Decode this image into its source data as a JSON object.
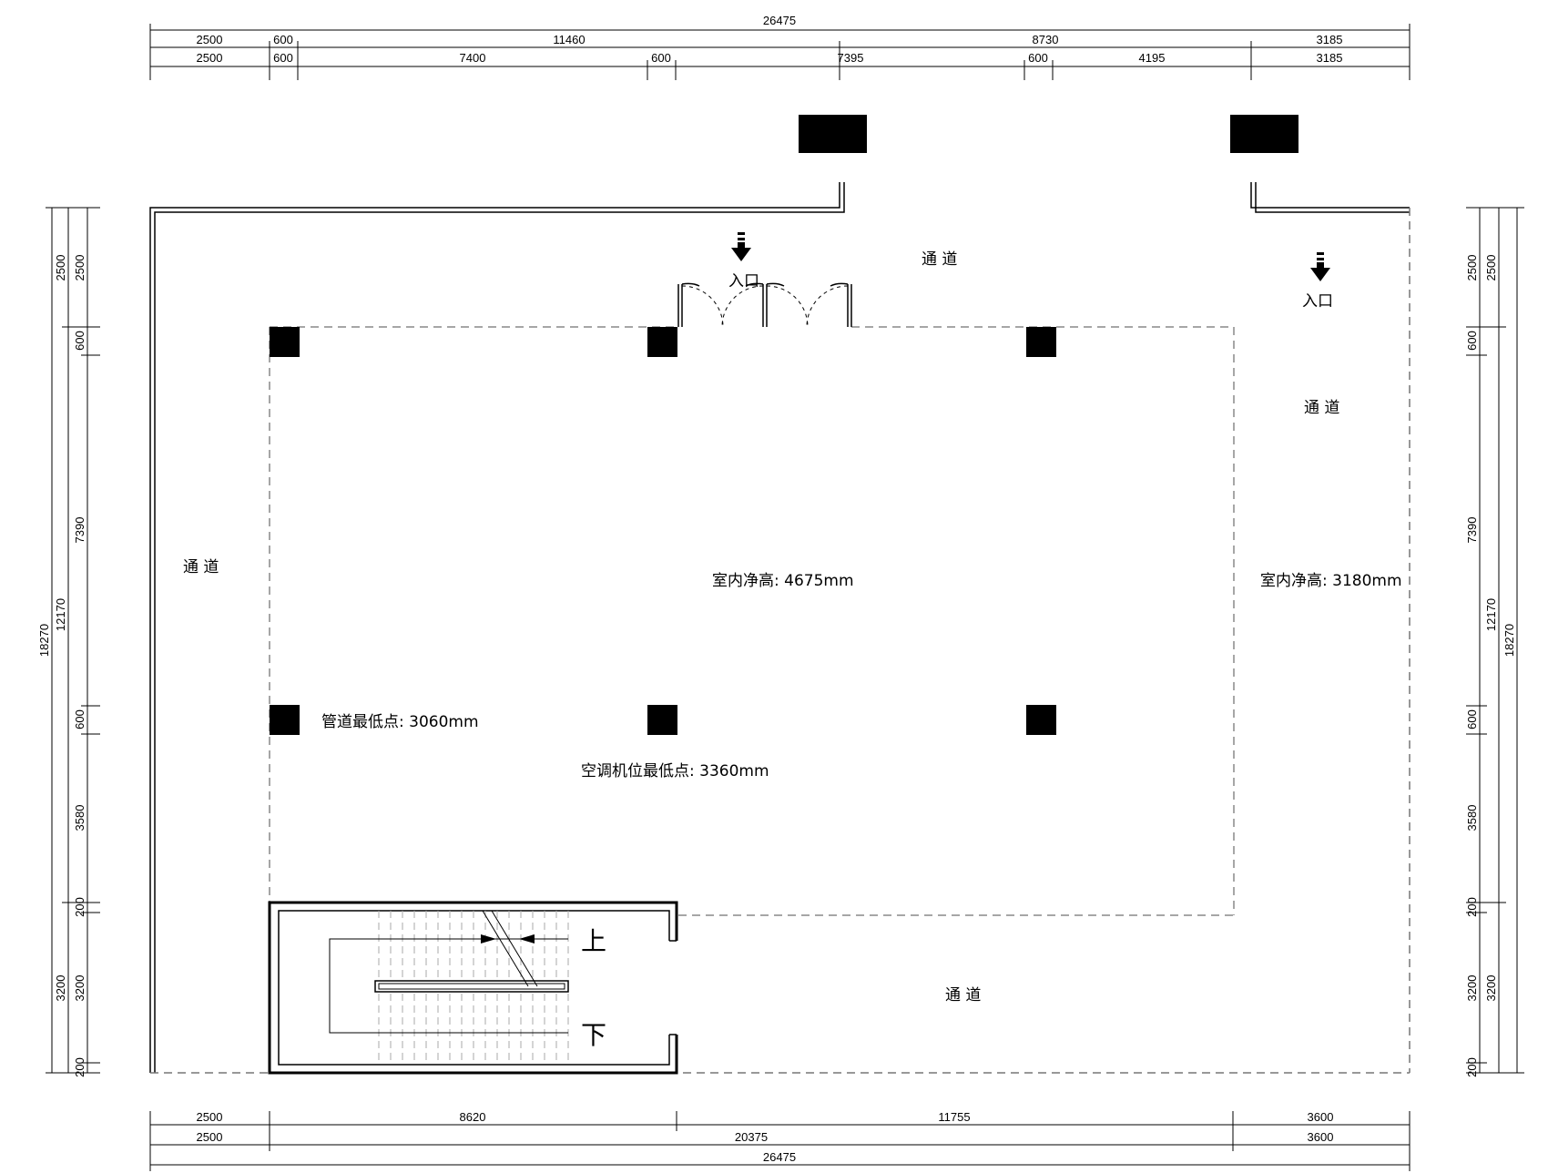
{
  "dims": {
    "top_total": "26475",
    "top_row1": [
      "2500",
      "600",
      "11460",
      "8730",
      "3185"
    ],
    "top_row2": [
      "2500",
      "600",
      "7400",
      "600",
      "7395",
      "600",
      "4195",
      "3185"
    ],
    "bottom_row1": [
      "2500",
      "8620",
      "11755",
      "3600"
    ],
    "bottom_row2": [
      "2500",
      "20375",
      "3600"
    ],
    "bottom_total": "26475",
    "left_total": "18270",
    "left_mid": "12170",
    "left_segments": [
      "2500",
      "600",
      "7390",
      "600",
      "3580",
      "200",
      "3200",
      "200"
    ],
    "right_total": "18270",
    "right_mid": "12170",
    "right_segments": [
      "2500",
      "600",
      "7390",
      "600",
      "3580",
      "200",
      "3200",
      "200"
    ]
  },
  "labels": {
    "entrance_1": "入口",
    "entrance_2": "入口",
    "passage_top": "通 道",
    "passage_right": "通 道",
    "passage_left": "通 道",
    "passage_bottom": "通 道",
    "clear_height_main": "室内净高: 4675mm",
    "clear_height_right": "室内净高: 3180mm",
    "pipe_lowest": "管道最低点: 3060mm",
    "ac_lowest": "空调机位最低点: 3360mm",
    "stair_up": "上",
    "stair_down": "下"
  }
}
